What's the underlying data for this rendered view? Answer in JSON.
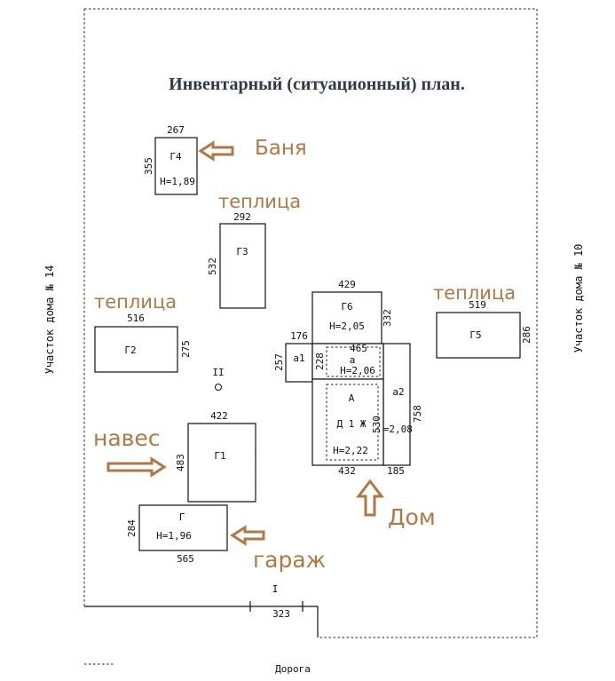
{
  "title": "Инвентарный (ситуационный) план.",
  "neighbors": {
    "left": "Участок дома № 14",
    "right": "Участок дома № 10",
    "bottom": "Дорога"
  },
  "buildings": {
    "g4": {
      "label": "Г4",
      "height": "Н=1,89",
      "width": "267",
      "depth": "355"
    },
    "g3": {
      "label": "Г3",
      "width": "292",
      "depth": "532"
    },
    "g6": {
      "label": "Г6",
      "height": "Н=2,05",
      "width": "429",
      "depth": "332"
    },
    "g5": {
      "label": "Г5",
      "width": "519",
      "depth": "286"
    },
    "g2": {
      "label": "Г2",
      "width": "516",
      "depth": "275"
    },
    "a1": {
      "label": "а1",
      "width": "176",
      "depth": "257"
    },
    "a": {
      "label": "а",
      "height": "Н=2,06",
      "width": "465",
      "depth": "228"
    },
    "house": {
      "label": "А",
      "label2": "Д 1 Ж",
      "height": "Н=2,22",
      "width": "432",
      "depth": "530"
    },
    "a2": {
      "label": "а2",
      "height": "Н=2,08",
      "width": "185",
      "depth": "758"
    },
    "g1": {
      "label": "Г1",
      "width": "422",
      "depth": "483"
    },
    "g": {
      "label": "Г",
      "height": "Н=1,96",
      "width": "565",
      "depth": "284"
    }
  },
  "markers": {
    "point_ii": "II",
    "point_i": "I",
    "gate_width": "323"
  },
  "annotations": {
    "banya": "Баня",
    "teplitsa_1": "теплица",
    "teplitsa_2": "теплица",
    "teplitsa_3": "теплица",
    "naves": "навес",
    "dom": "Дом",
    "garazh": "гараж"
  },
  "colors": {
    "annotation": "#b07846",
    "title": "#2e3a48",
    "lines": "#111111"
  }
}
